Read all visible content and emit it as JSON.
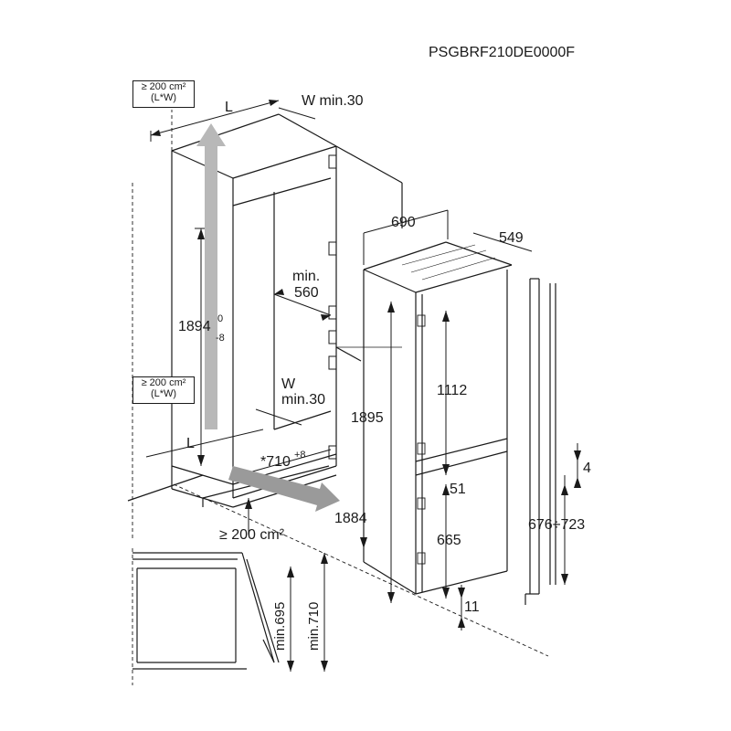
{
  "model_code": "PSGBRF210DE0000F",
  "vent_top": {
    "line1": "≥ 200 cm²",
    "line2": "(L*W)"
  },
  "vent_mid": {
    "line1": "≥ 200 cm²",
    "line2": "(L*W)"
  },
  "vent_bottom": "≥ 200 cm²",
  "dims": {
    "L_top": "L",
    "W_top": "W min.30",
    "niche_height_main": "1894",
    "niche_height_sup": "0",
    "niche_height_sub": "-8",
    "min_560_line1": "min.",
    "min_560_line2": "560",
    "W_low_line1": "W",
    "W_low_line2": "min.30",
    "L_bottom": "L",
    "depth_710": "*710",
    "depth_710_sup": "+8",
    "width_690": "690",
    "depth_549": "549",
    "height_1895": "1895",
    "height_1884": "1884",
    "door_1112": "1112",
    "gap_51": "51",
    "door_665": "665",
    "gap_11": "11",
    "gap_4": "4",
    "range_676_723": "676÷723",
    "side_695": "min.695",
    "side_710": "min.710"
  }
}
